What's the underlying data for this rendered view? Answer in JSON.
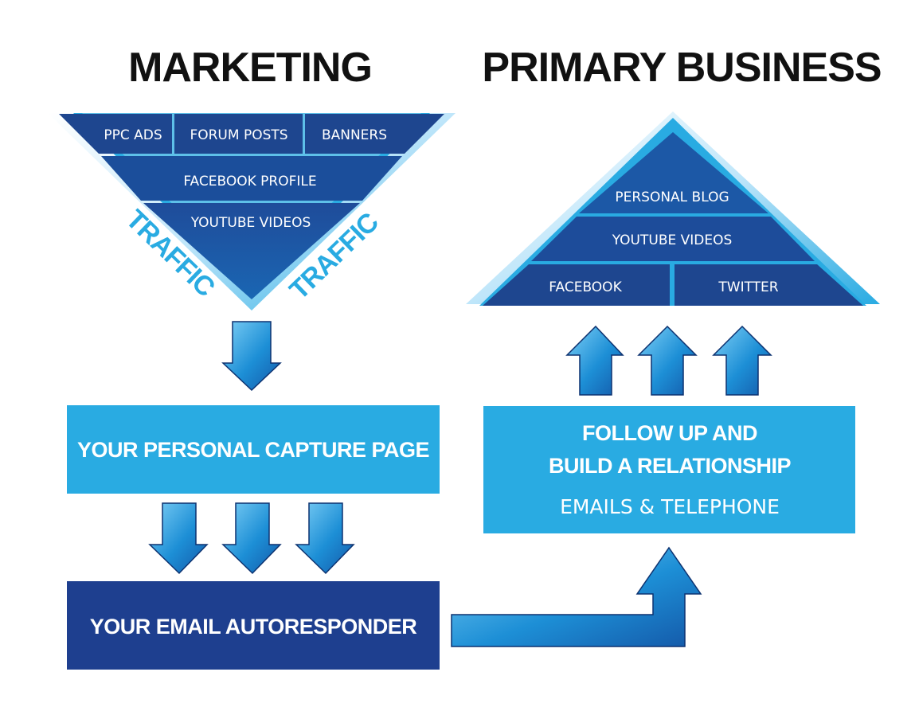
{
  "headings": {
    "marketing": "MARKETING",
    "primary": "PRIMARY BUSINESS"
  },
  "funnel": {
    "row1": [
      "PPC ADS",
      "FORUM POSTS",
      "BANNERS"
    ],
    "row2": "FACEBOOK PROFILE",
    "row3": "YOUTUBE VIDEOS",
    "traffic_left": "TRAFFIC",
    "traffic_right": "TRAFFIC"
  },
  "pyramid": {
    "top": "PERSONAL BLOG",
    "middle": "YOUTUBE VIDEOS",
    "bottom": [
      "FACEBOOK",
      "TWITTER"
    ]
  },
  "boxes": {
    "capture_page": "YOUR PERSONAL CAPTURE PAGE",
    "autoresponder": "YOUR EMAIL AUTORESPONDER",
    "follow_up_line1": "FOLLOW UP AND",
    "follow_up_line2": "BUILD A RELATIONSHIP",
    "follow_up_sub": "EMAILS & TELEPHONE"
  },
  "colors": {
    "dark_blue": "#1e3f8f",
    "mid_blue": "#1b5fae",
    "light_blue": "#29abe2",
    "pale_blue": "#8fd3f5"
  }
}
